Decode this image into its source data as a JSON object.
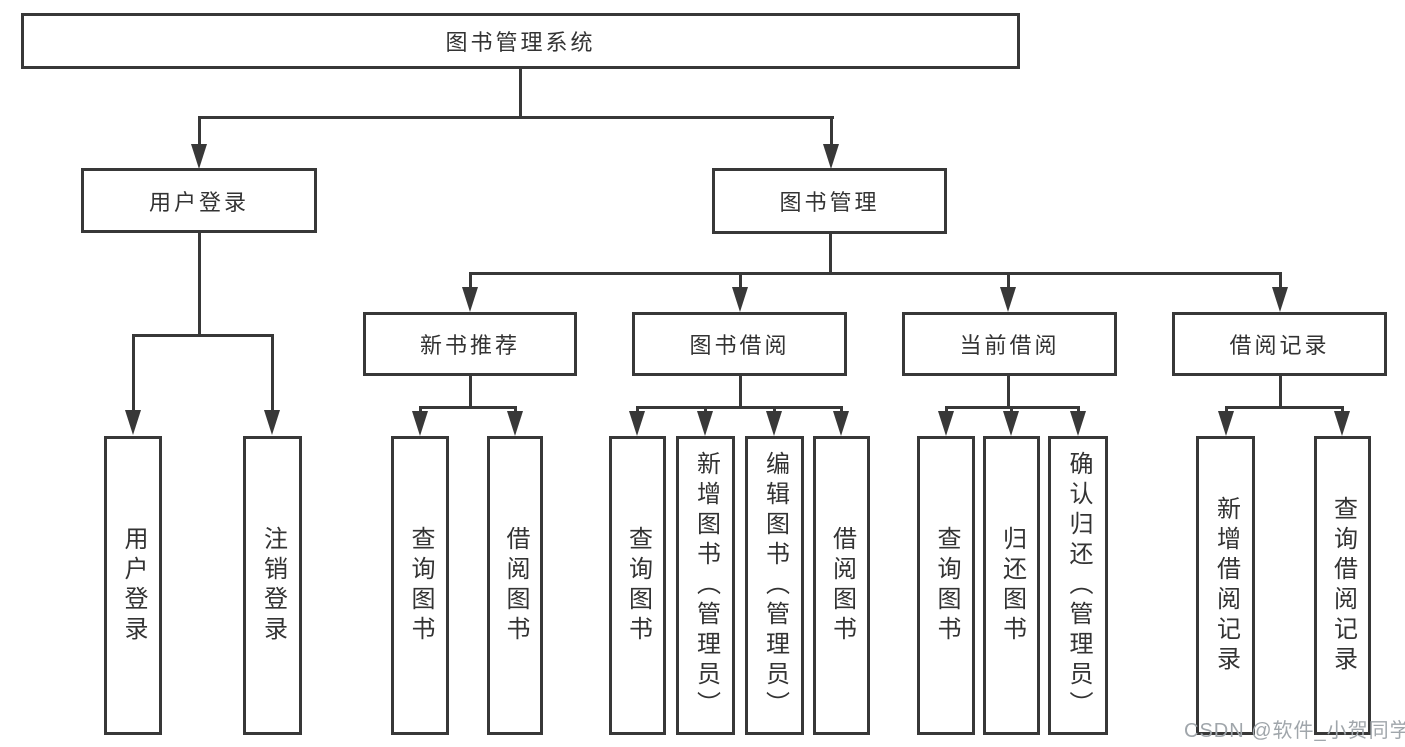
{
  "watermark": "CSDN @软件_小贺同学",
  "tree": {
    "root": {
      "label": "图书管理系统"
    },
    "user_login": {
      "label": "用户登录",
      "children": [
        {
          "label": "用户登录"
        },
        {
          "label": "注销登录"
        }
      ]
    },
    "book_mgmt": {
      "label": "图书管理"
    },
    "new_book_rec": {
      "label": "新书推荐",
      "children": [
        {
          "label": "查询图书"
        },
        {
          "label": "借阅图书"
        }
      ]
    },
    "book_borrow": {
      "label": "图书借阅",
      "children": [
        {
          "label": "查询图书"
        },
        {
          "label": "新增图书（管理员）"
        },
        {
          "label": "编辑图书（管理员）"
        },
        {
          "label": "借阅图书"
        }
      ]
    },
    "current_borrow": {
      "label": "当前借阅",
      "children": [
        {
          "label": "查询图书"
        },
        {
          "label": "归还图书"
        },
        {
          "label": "确认归还（管理员）"
        }
      ]
    },
    "borrow_records": {
      "label": "借阅记录",
      "children": [
        {
          "label": "新增借阅记录"
        },
        {
          "label": "查询借阅记录"
        }
      ]
    }
  }
}
